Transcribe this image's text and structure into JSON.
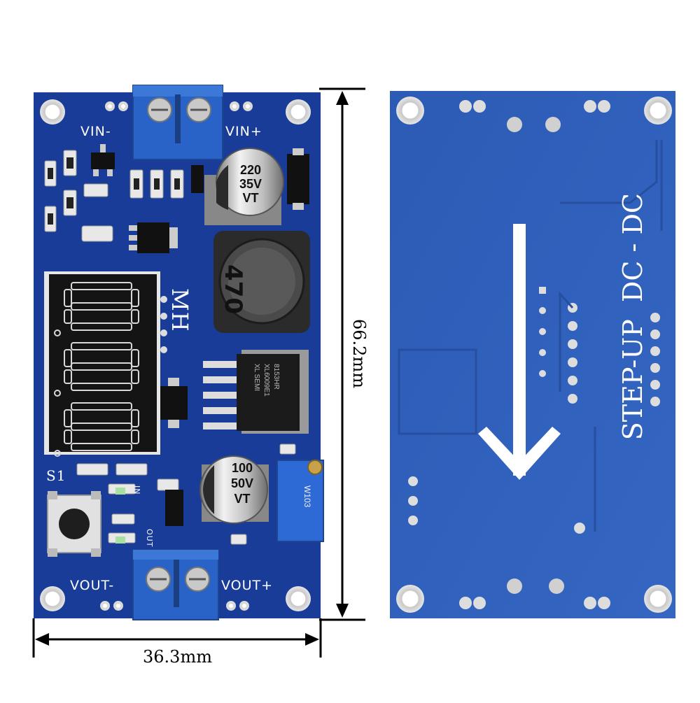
{
  "front_board": {
    "vin_minus": "VIN-",
    "vin_plus": "VIN+",
    "vout_minus": "VOUT-",
    "vout_plus": "VOUT+",
    "switch_label": "S1",
    "in_label": "IN",
    "out_label": "OUT",
    "brand": "MH",
    "display_digits": "8.8.8.",
    "cap_large": [
      "220",
      "35V",
      "VT"
    ],
    "cap_small": [
      "100",
      "50V",
      "VT"
    ],
    "inductor_marking": "470",
    "chip_marking": [
      "XL SEMI",
      "XL6009E1",
      "8153HR"
    ],
    "pot_marking": "W103"
  },
  "back_board": {
    "title": "STEP-UP  DC - DC"
  },
  "dimensions": {
    "height_label": "66.2mm",
    "width_label": "36.3mm"
  },
  "colors": {
    "pcb_front": "#1a3f9e",
    "pcb_back": "#2f5fb8",
    "terminal": "#2a63c7",
    "silkscreen": "#ffffff"
  }
}
